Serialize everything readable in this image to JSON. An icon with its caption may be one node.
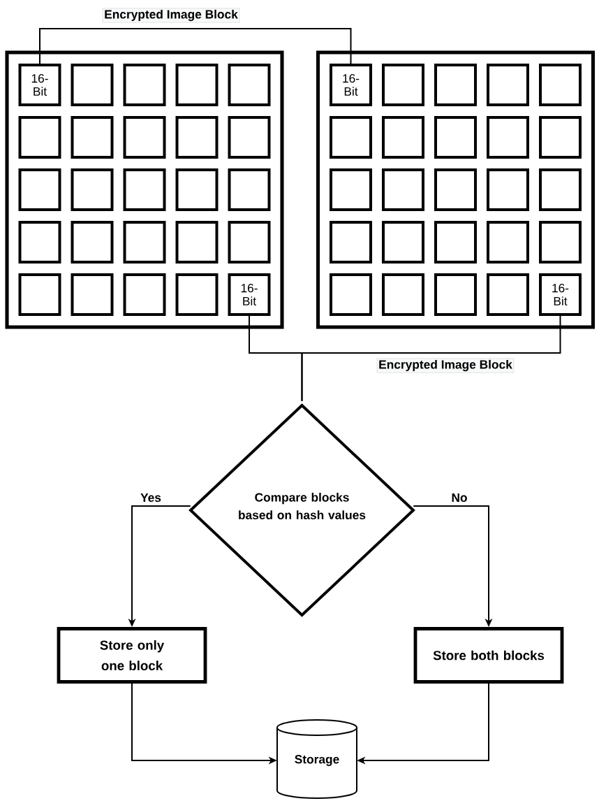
{
  "diagram": {
    "nodes": [
      {
        "text": [],
        "shape": "box"
      },
      {
        "text": [
          "16-Bit"
        ],
        "in": 0
      },
      {
        "text": [],
        "shape": "box",
        "in": 0
      },
      {
        "text": [],
        "shape": "box",
        "in": 0
      },
      {
        "text": [],
        "shape": "box",
        "in": 0
      },
      {
        "text": [],
        "shape": "box",
        "in": 0
      },
      {
        "text": [],
        "shape": "box",
        "in": 0
      },
      {
        "text": [],
        "shape": "box",
        "in": 0
      },
      {
        "text": [],
        "shape": "box",
        "in": 0
      },
      {
        "text": [],
        "shape": "box",
        "in": 0
      },
      {
        "text": [],
        "shape": "box",
        "in": 0
      },
      {
        "text": [],
        "shape": "box",
        "in": 0
      },
      {
        "text": [],
        "shape": "box",
        "in": 0
      },
      {
        "text": [],
        "shape": "box",
        "in": 0
      },
      {
        "text": [],
        "shape": "box",
        "in": 0
      },
      {
        "text": [],
        "shape": "box",
        "in": 0
      },
      {
        "text": [],
        "shape": "box",
        "in": 0
      },
      {
        "text": [],
        "shape": "box",
        "in": 0
      },
      {
        "text": [],
        "shape": "box",
        "in": 0
      },
      {
        "text": [],
        "shape": "box",
        "in": 0
      },
      {
        "text": [],
        "shape": "box",
        "in": 0
      },
      {
        "text": [],
        "shape": "box",
        "in": 0
      },
      {
        "text": [],
        "shape": "box",
        "in": 0
      },
      {
        "text": [],
        "shape": "box",
        "in": 0
      },
      {
        "text": [],
        "shape": "box",
        "in": 0
      },
      {
        "text": [
          "16-Bit"
        ],
        "in": 0
      },
      {
        "text": [],
        "shape": "box"
      },
      {
        "text": [
          "16-Bit"
        ],
        "in": 26
      },
      {
        "text": [],
        "shape": "box",
        "in": 26
      },
      {
        "text": [],
        "shape": "box",
        "in": 26
      },
      {
        "text": [],
        "shape": "box",
        "in": 26
      },
      {
        "text": [],
        "shape": "box",
        "in": 26
      },
      {
        "text": [],
        "shape": "box",
        "in": 26
      },
      {
        "text": [],
        "shape": "box",
        "in": 26
      },
      {
        "text": [],
        "shape": "box",
        "in": 26
      },
      {
        "text": [],
        "shape": "box",
        "in": 26
      },
      {
        "text": [],
        "shape": "box",
        "in": 26
      },
      {
        "text": [],
        "shape": "box",
        "in": 26
      },
      {
        "text": [],
        "shape": "box",
        "in": 26
      },
      {
        "text": [],
        "shape": "box",
        "in": 26
      },
      {
        "text": [],
        "shape": "box",
        "in": 26
      },
      {
        "text": [],
        "shape": "box",
        "in": 26
      },
      {
        "text": [],
        "shape": "box",
        "in": 26
      },
      {
        "text": [],
        "shape": "box",
        "in": 26
      },
      {
        "text": [],
        "shape": "box",
        "in": 26
      },
      {
        "text": [],
        "shape": "box",
        "in": 26
      },
      {
        "text": [],
        "shape": "box",
        "in": 26
      },
      {
        "text": [],
        "shape": "box",
        "in": 26
      },
      {
        "text": [],
        "shape": "box",
        "in": 26
      },
      {
        "text": [],
        "shape": "box",
        "in": 26
      },
      {
        "text": [],
        "shape": "box",
        "in": 26
      },
      {
        "text": [
          "16-Bit"
        ],
        "in": 26
      },
      {
        "text": [
          "Compare blocks based on hash values"
        ]
      },
      {
        "text": [
          "Store only one block"
        ]
      },
      {
        "text": [
          "Store both blocks"
        ]
      },
      {
        "text": [
          "Storage"
        ]
      }
    ],
    "edges": [
      {
        "from": 1,
        "to": 27,
        "arrow": "none",
        "label": "Encrypted Image Block"
      },
      {
        "from": 25,
        "to": 52,
        "arrow": "none"
      },
      {
        "from": 51,
        "to": 52,
        "arrow": "none",
        "label": "Encrypted Image Block"
      },
      {
        "from": 52,
        "to": 53,
        "arrow": "to",
        "label": "Yes"
      },
      {
        "from": 52,
        "to": 54,
        "arrow": "to",
        "label": "No"
      },
      {
        "from": 53,
        "to": 55,
        "arrow": "to"
      },
      {
        "from": 54,
        "to": 55,
        "arrow": "to"
      }
    ]
  }
}
